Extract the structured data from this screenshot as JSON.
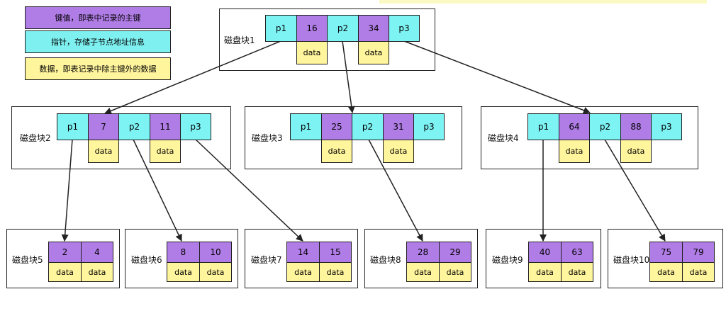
{
  "legend": {
    "key": "键值，即表中记录的主键",
    "pointer": "指针，存储子节点地址信息",
    "data": "数据，即表记录中除主键外的数据"
  },
  "colors": {
    "pointer": "#7ef3f4",
    "key": "#b07de6",
    "data": "#fff59d"
  },
  "blocks": {
    "b1": {
      "label": "磁盘块1",
      "p1": "p1",
      "k1": "16",
      "p2": "p2",
      "k2": "34",
      "p3": "p3",
      "d1": "data",
      "d2": "data"
    },
    "b2": {
      "label": "磁盘块2",
      "p1": "p1",
      "k1": "7",
      "p2": "p2",
      "k2": "11",
      "p3": "p3",
      "d1": "data",
      "d2": "data"
    },
    "b3": {
      "label": "磁盘块3",
      "p1": "p1",
      "k1": "25",
      "p2": "p2",
      "k2": "31",
      "p3": "p3",
      "d1": "data",
      "d2": "data"
    },
    "b4": {
      "label": "磁盘块4",
      "p1": "p1",
      "k1": "64",
      "p2": "p2",
      "k2": "88",
      "p3": "p3",
      "d1": "data",
      "d2": "data"
    },
    "b5": {
      "label": "磁盘块5",
      "k1": "2",
      "k2": "4",
      "d1": "data",
      "d2": "data"
    },
    "b6": {
      "label": "磁盘块6",
      "k1": "8",
      "k2": "10",
      "d1": "data",
      "d2": "data"
    },
    "b7": {
      "label": "磁盘块7",
      "k1": "14",
      "k2": "15",
      "d1": "data",
      "d2": "data"
    },
    "b8": {
      "label": "磁盘块8",
      "k1": "28",
      "k2": "29",
      "d1": "data",
      "d2": "data"
    },
    "b9": {
      "label": "磁盘块9",
      "k1": "40",
      "k2": "63",
      "d1": "data",
      "d2": "data"
    },
    "b10": {
      "label": "磁盘块10",
      "k1": "75",
      "k2": "79",
      "d1": "data",
      "d2": "data"
    }
  }
}
